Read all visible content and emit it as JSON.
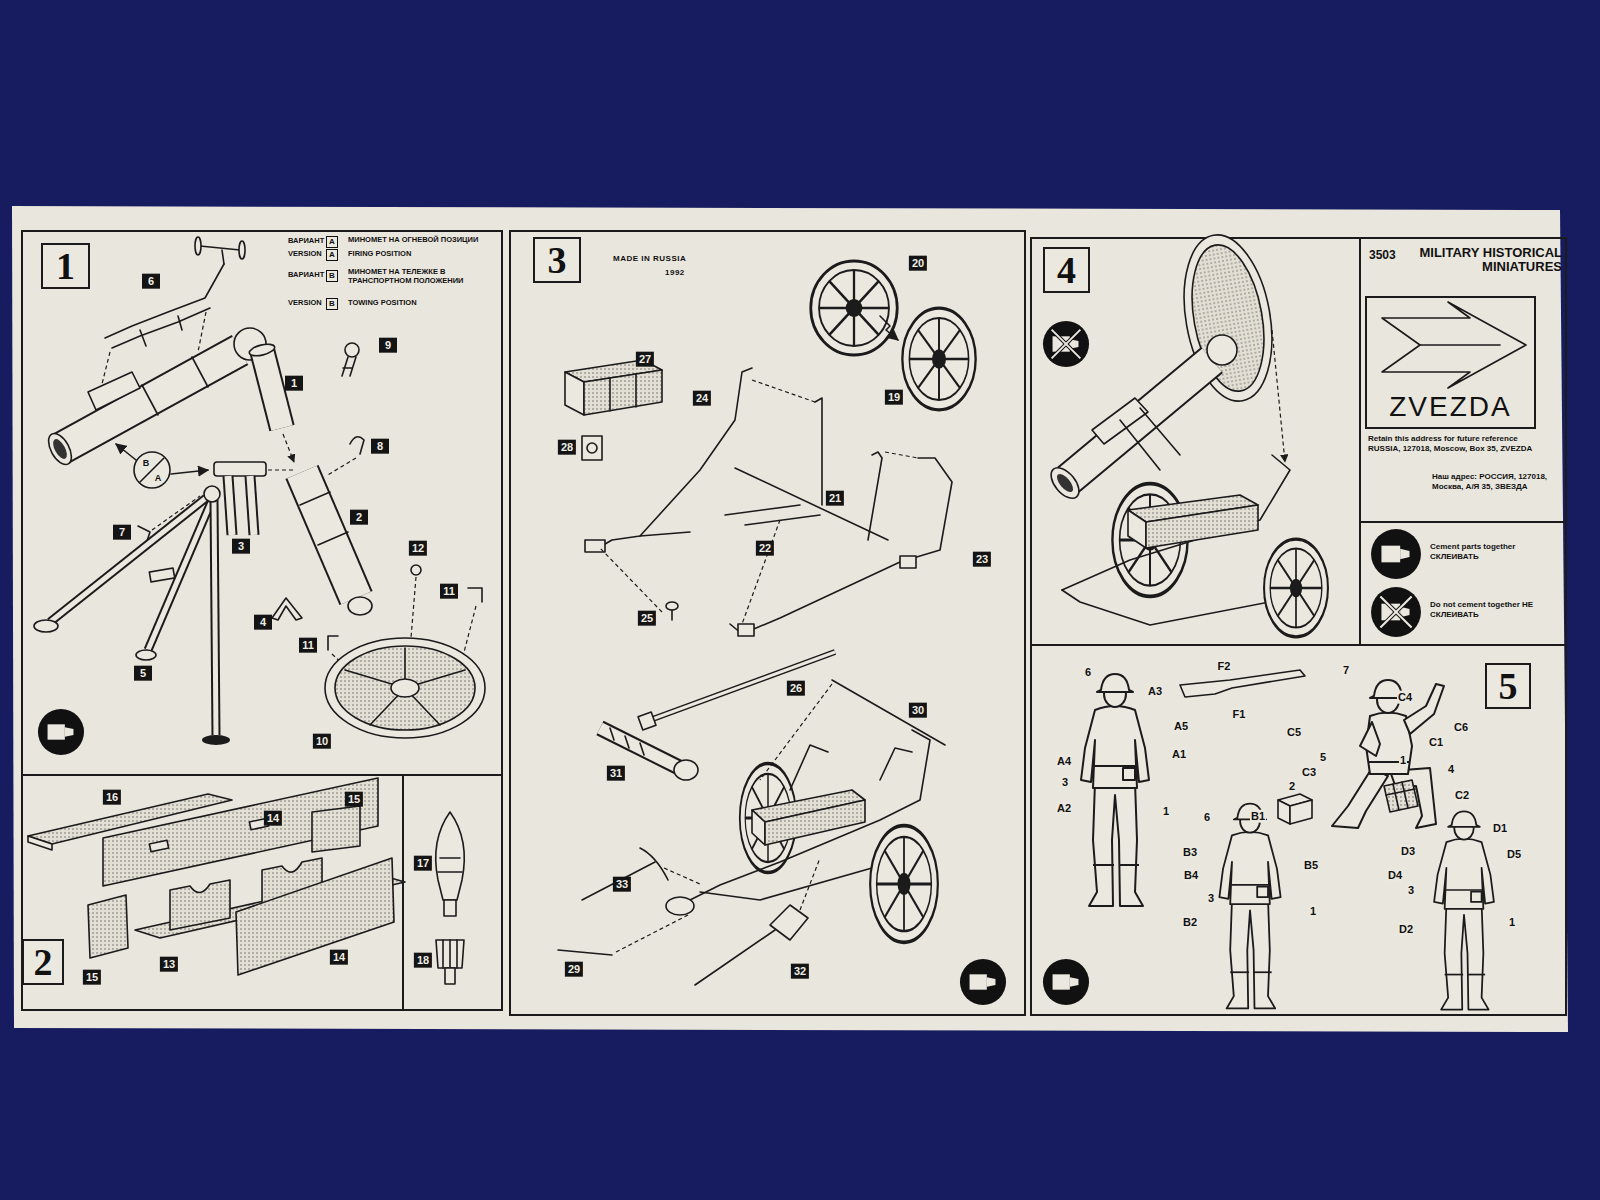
{
  "diagram": {
    "title": "MILITARY HISTORICAL MINIATURES",
    "nodes": [
      {
        "text": [
          "1"
        ]
      },
      {
        "text": [
          "2"
        ]
      },
      {
        "text": [
          "3"
        ]
      },
      {
        "text": [
          "4"
        ]
      },
      {
        "text": [
          "ZVEZDA"
        ]
      },
      {
        "text": [
          "5"
        ]
      }
    ],
    "labels": [
      "ВАРИАНТ",
      "A",
      "МИНОМЕТ НА ОГНЕВОЙ ПОЗИЦИИ",
      "VERSION",
      "A",
      "FIRING POSITION",
      "ВАРИАНТ",
      "B",
      "МИНОМЕТ НА ТЕЛЕЖКЕ В ТРАНСПОРТНОМ ПОЛОЖЕНИИ",
      "VERSION",
      "B",
      "TOWING POSITION",
      "6",
      "9",
      "1",
      "8",
      "B",
      "A",
      "7",
      "2",
      "3",
      "12",
      "4",
      "11",
      "11",
      "5",
      "10",
      "16",
      "15",
      "14",
      "13",
      "14",
      "15",
      "17",
      "18",
      "MADE IN RUSSIA",
      "1992",
      "20",
      "27",
      "24",
      "19",
      "28",
      "21",
      "22",
      "23",
      "25",
      "26",
      "30",
      "31",
      "33",
      "29",
      "32",
      "3503",
      "Retain this address for future reference RUSSIA, 127018, Moscow, Box 35, ZVEZDA",
      "Наш адрес: РОССИЯ, 127018, Москва, А/Я 35, ЗВЕЗДА",
      "Cement parts together СКЛЕИВАТЬ",
      "Do not cement together НЕ СКЛЕИВАТЬ",
      "6",
      "A3",
      "A5",
      "A1",
      "A4",
      "3",
      "A2",
      "1",
      "F2",
      "F1",
      "7",
      "C4",
      "C6",
      "C5",
      "C1",
      "5",
      "1",
      "C3",
      "4",
      "2",
      "C2",
      "6",
      "B1",
      "D1",
      "B3",
      "D5",
      "D3",
      "B4",
      "B5",
      "D4",
      "3",
      "3",
      "1",
      "B2",
      "D2",
      "1"
    ]
  }
}
